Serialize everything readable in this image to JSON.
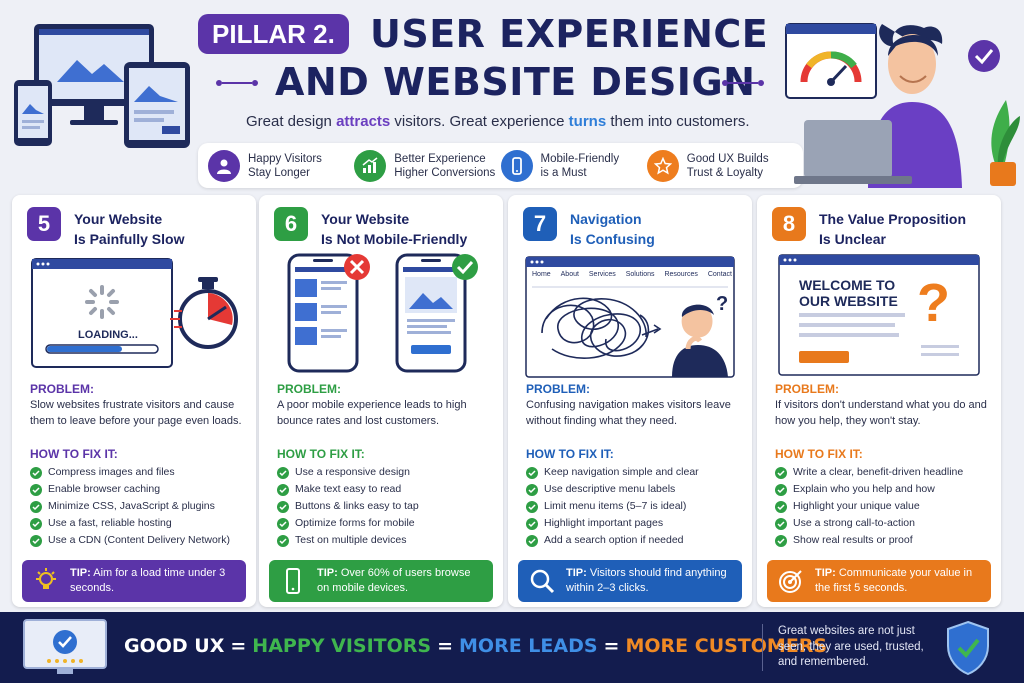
{
  "header": {
    "badge": "PILLAR 2.",
    "title_line1": "USER EXPERIENCE",
    "title_line2": "AND WEBSITE DESIGN",
    "subtitle_part1": "Great design ",
    "subtitle_hl1": "attracts",
    "subtitle_part2": " visitors. Great experience ",
    "subtitle_hl2": "turns",
    "subtitle_part3": " them into customers."
  },
  "benefits": [
    {
      "line1": "Happy Visitors",
      "line2": "Stay Longer",
      "icon": "person-icon",
      "color": "#5b34a8"
    },
    {
      "line1": "Better Experience",
      "line2": "Higher Conversions",
      "icon": "growth-chart-icon",
      "color": "#2e9e44"
    },
    {
      "line1": "Mobile-Friendly",
      "line2": "is a Must",
      "icon": "mobile-icon",
      "color": "#2f6fd0"
    },
    {
      "line1": "Good UX Builds",
      "line2": "Trust & Loyalty",
      "icon": "star-icon",
      "color": "#ee7d1e"
    }
  ],
  "person_illustration": {
    "gauge_icon": "speedometer-icon",
    "badge_icon": "checkmark-icon"
  },
  "cards": [
    {
      "number": "5",
      "color": "#5b34a8",
      "title_line1": "Your Website",
      "title_line2": "Is Painfully Slow",
      "illustration": {
        "loading_text": "LOADING...",
        "icon": "stopwatch-icon"
      },
      "problem_label": "PROBLEM:",
      "problem": "Slow websites frustrate visitors and cause them to leave before your page even loads.",
      "fix_label": "HOW TO FIX IT:",
      "fixes": [
        "Compress images and files",
        "Enable browser caching",
        "Minimize CSS, JavaScript & plugins",
        "Use a fast, reliable hosting",
        "Use a CDN (Content Delivery Network)"
      ],
      "tip_prefix": "TIP:",
      "tip": " Aim for a load time under 3 seconds.",
      "tip_icon": "lightbulb-icon"
    },
    {
      "number": "6",
      "color": "#2e9e44",
      "title_line1": "Your Website",
      "title_line2": "Is Not Mobile-Friendly",
      "illustration": {
        "bad_icon": "x-mark-icon",
        "good_icon": "checkmark-icon"
      },
      "problem_label": "PROBLEM:",
      "problem": "A poor mobile experience leads to high bounce rates and lost customers.",
      "fix_label": "HOW TO FIX IT:",
      "fixes": [
        "Use a responsive design",
        "Make text easy to read",
        "Buttons & links easy to tap",
        "Optimize forms for mobile",
        "Test on multiple devices"
      ],
      "tip_prefix": "TIP:",
      "tip": " Over 60% of users browse on mobile devices.",
      "tip_icon": "mobile-icon"
    },
    {
      "number": "7",
      "color": "#1f5fb8",
      "title_line1": "Navigation",
      "title_line2": "Is Confusing",
      "illustration": {
        "menu": [
          "Home",
          "About",
          "Services",
          "Solutions",
          "Resources",
          "Contact"
        ],
        "question": "?"
      },
      "problem_label": "PROBLEM:",
      "problem": "Confusing navigation makes visitors leave without finding what they need.",
      "fix_label": "HOW TO FIX IT:",
      "fixes": [
        "Keep navigation simple and clear",
        "Use descriptive menu labels",
        "Limit menu items (5–7 is ideal)",
        "Highlight important pages",
        "Add a search option if needed"
      ],
      "tip_prefix": "TIP:",
      "tip": " Visitors should find anything within 2–3 clicks.",
      "tip_icon": "search-icon"
    },
    {
      "number": "8",
      "color": "#e8791c",
      "title_line1": "The Value Proposition",
      "title_line2": "Is Unclear",
      "illustration": {
        "welcome_line1": "WELCOME TO",
        "welcome_line2": "OUR WEBSITE",
        "question": "?"
      },
      "problem_label": "PROBLEM:",
      "problem": "If visitors don't understand what you do and how you help, they won't stay.",
      "fix_label": "HOW TO FIX IT:",
      "fixes": [
        "Write a clear, benefit-driven headline",
        "Explain who you help and how",
        "Highlight your unique value",
        "Use a strong call-to-action",
        "Show real results or proof"
      ],
      "tip_prefix": "TIP:",
      "tip": " Communicate your value in the first 5 seconds.",
      "tip_icon": "target-icon"
    }
  ],
  "footer": {
    "t1": "GOOD UX",
    "eq": "=",
    "t2": "HAPPY VISITORS",
    "t3": "MORE LEADS",
    "t4": "MORE CUSTOMERS",
    "tagline": "Great websites are not just seen, they are used, trusted, and remembered.",
    "left_icon": "monitor-check-icon",
    "right_icon": "shield-check-icon"
  }
}
